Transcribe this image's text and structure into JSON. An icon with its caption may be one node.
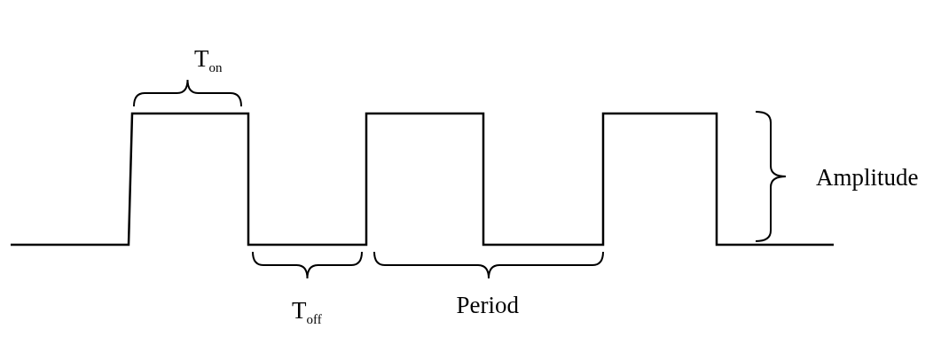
{
  "diagram": {
    "labels": [
      "T$_{on}$",
      "Amplitude",
      "T$_{off}$",
      "Period"
    ]
  }
}
